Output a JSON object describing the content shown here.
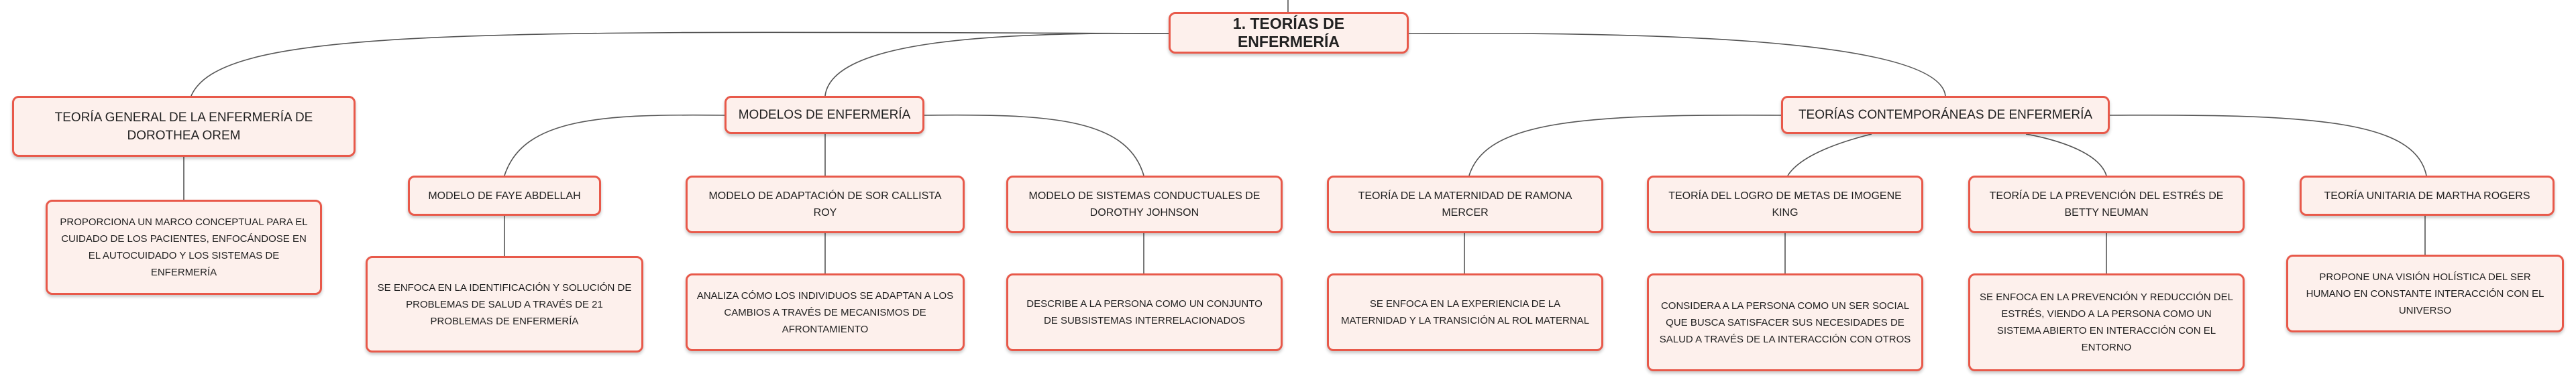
{
  "root": {
    "label": "1. TEORÍAS DE ENFERMERÍA"
  },
  "orem": {
    "label": "TEORÍA GENERAL DE LA ENFERMERÍA DE DOROTHEA OREM",
    "desc": "PROPORCIONA UN MARCO CONCEPTUAL PARA EL CUIDADO DE LOS PACIENTES, ENFOCÁNDOSE EN EL AUTOCUIDADO Y LOS SISTEMAS DE ENFERMERÍA"
  },
  "modelos": {
    "label": "MODELOS DE ENFERMERÍA",
    "items": [
      {
        "label": "MODELO DE FAYE ABDELLAH",
        "desc": "SE ENFOCA EN LA IDENTIFICACIÓN Y SOLUCIÓN DE PROBLEMAS DE SALUD A TRAVÉS DE 21 PROBLEMAS DE ENFERMERÍA"
      },
      {
        "label": "MODELO DE ADAPTACIÓN DE SOR CALLISTA ROY",
        "desc": "ANALIZA CÓMO LOS INDIVIDUOS SE ADAPTAN A LOS CAMBIOS A TRAVÉS DE MECANISMOS DE AFRONTAMIENTO"
      },
      {
        "label": "MODELO DE SISTEMAS CONDUCTUALES DE DOROTHY JOHNSON",
        "desc": "DESCRIBE A LA PERSONA COMO UN CONJUNTO DE SUBSISTEMAS INTERRELACIONADOS"
      }
    ]
  },
  "contemporaneas": {
    "label": "TEORÍAS CONTEMPORÁNEAS DE ENFERMERÍA",
    "items": [
      {
        "label": "TEORÍA DE LA MATERNIDAD DE RAMONA MERCER",
        "desc": "SE ENFOCA EN LA EXPERIENCIA DE LA MATERNIDAD Y LA TRANSICIÓN AL ROL MATERNAL"
      },
      {
        "label": "TEORÍA DEL LOGRO DE METAS DE IMOGENE KING",
        "desc": "CONSIDERA A LA PERSONA COMO UN SER SOCIAL QUE BUSCA SATISFACER SUS NECESIDADES DE SALUD A TRAVÉS DE LA INTERACCIÓN CON OTROS"
      },
      {
        "label": "TEORÍA DE LA PREVENCIÓN DEL ESTRÉS DE BETTY NEUMAN",
        "desc": "SE ENFOCA EN LA PREVENCIÓN Y REDUCCIÓN DEL ESTRÉS, VIENDO A LA PERSONA COMO UN SISTEMA ABIERTO EN INTERACCIÓN CON EL ENTORNO"
      },
      {
        "label": "TEORÍA UNITARIA DE MARTHA ROGERS",
        "desc": "PROPONE UNA VISIÓN HOLÍSTICA DEL SER HUMANO EN CONSTANTE INTERACCIÓN CON EL UNIVERSO"
      }
    ]
  },
  "colors": {
    "border": "#e8594a",
    "fill": "#fdf0ec",
    "line": "#555555"
  }
}
